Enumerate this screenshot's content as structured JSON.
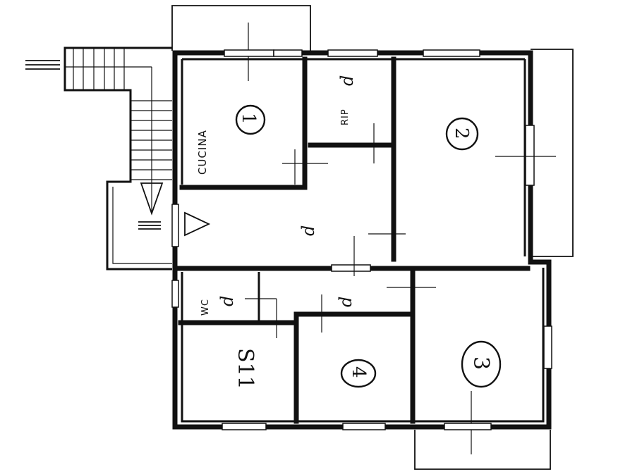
{
  "plan": {
    "type": "floor-plan",
    "rooms": [
      {
        "id": "room-1",
        "name": "CUCINA",
        "number": "1",
        "doors_symbol": ""
      },
      {
        "id": "ripostiglio",
        "name": "RIP",
        "symbol": "d"
      },
      {
        "id": "room-2",
        "number": "2"
      },
      {
        "id": "corridor-upper",
        "symbol": "d"
      },
      {
        "id": "wc",
        "name": "WC",
        "symbol": "d"
      },
      {
        "id": "corridor-lower",
        "symbol": "d"
      },
      {
        "id": "room-s11",
        "name": "S11"
      },
      {
        "id": "room-4",
        "number": "4"
      },
      {
        "id": "room-3",
        "number": "3"
      }
    ],
    "labels": {
      "cucina": "CUCINA",
      "rip": "RIP",
      "wc": "WC",
      "s11": "S11",
      "d": "d",
      "n1": "1",
      "n2": "2",
      "n3": "3",
      "n4": "4"
    },
    "symbols": {
      "entrance_arrow": "triangle-right",
      "stair_direction_arrow": "triangle-down",
      "access_marker": "triple-line"
    },
    "colors": {
      "ink": "#111111",
      "paper": "#ffffff"
    }
  }
}
